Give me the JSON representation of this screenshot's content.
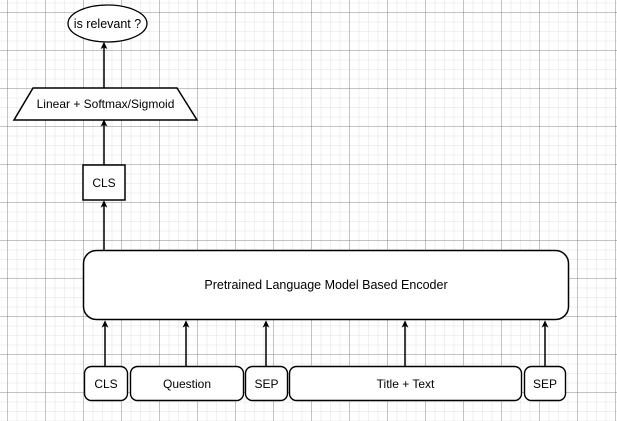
{
  "diagram": {
    "title": "Pretrained Language Model Based Encoder relevance classification pipeline",
    "background": "#ffffff",
    "grid_color": "#c8c8d0",
    "stroke_color": "#000000",
    "text_color": "#000000",
    "output": {
      "label": "is relevant ?",
      "shape": "ellipse"
    },
    "head": {
      "label": "Linear + Softmax/Sigmoid",
      "shape": "trapezoid"
    },
    "pooled_token": {
      "label": "CLS",
      "shape": "rectangle"
    },
    "encoder": {
      "label": "Pretrained Language Model Based Encoder",
      "shape": "rounded-rectangle"
    },
    "input_tokens": [
      {
        "label": "CLS"
      },
      {
        "label": "Question"
      },
      {
        "label": "SEP"
      },
      {
        "label": "Title + Text"
      },
      {
        "label": "SEP"
      }
    ]
  }
}
